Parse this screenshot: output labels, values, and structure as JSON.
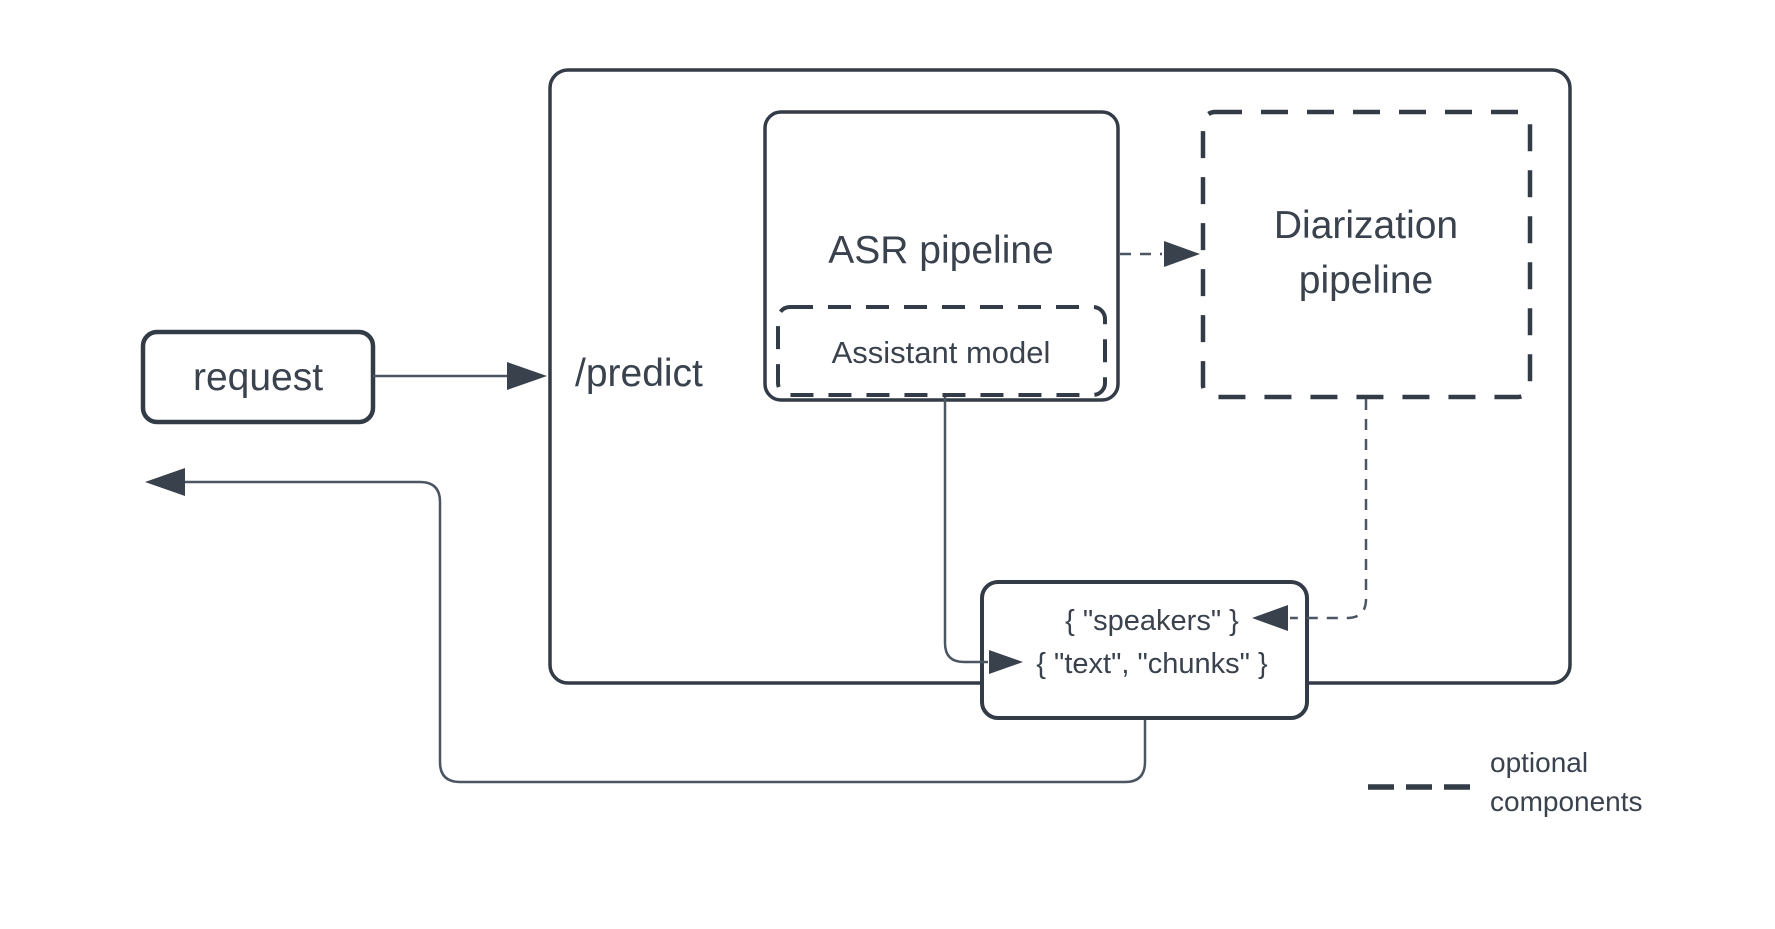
{
  "diagram": {
    "request_label": "request",
    "predict_label": "/predict",
    "asr_label": "ASR pipeline",
    "assistant_label": "Assistant model",
    "diarization_line1": "Diarization",
    "diarization_line2": "pipeline",
    "output_line1": "{ \"speakers\" }",
    "output_line2": "{ \"text\", \"chunks\" }",
    "legend_line1": "optional",
    "legend_line2": "components",
    "colors": {
      "box_stroke": "#333b46",
      "text": "#3a424e",
      "connector": "#4c5662",
      "arrowhead": "#39414d",
      "background": "#ffffff"
    }
  }
}
